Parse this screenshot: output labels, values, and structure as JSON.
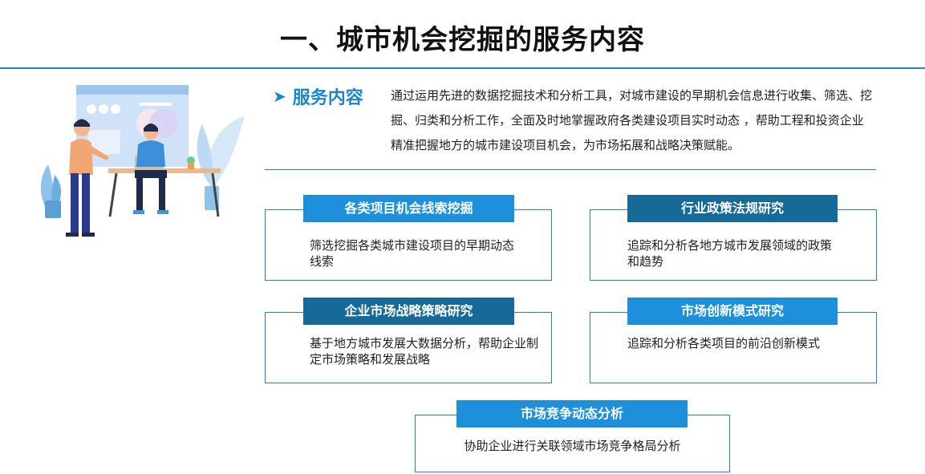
{
  "page": {
    "title": "一、城市机会挖掘的服务内容"
  },
  "service": {
    "heading": "服务内容",
    "arrow_icon": "chevron-right-arrow",
    "description": "通过运用先进的数据挖掘技术和分析工具，对城市建设的早期机会信息进行收集、筛选、挖掘、归类和分析工作，全面及时地掌握政府各类建设项目实时动态 ，帮助工程和投资企业精准把握地方的城市建设项目机会，为市场拓展和战略决策赋能。"
  },
  "cards": [
    {
      "title": "各类项目机会线索挖掘",
      "text": "筛选挖掘各类城市建设项目的早期动态线索"
    },
    {
      "title": "行业政策法规研究",
      "text": "追踪和分析各地方城市发展领域的政策和趋势"
    },
    {
      "title": "企业市场战略策略研究",
      "text": "基于地方城市发展大数据分析，帮助企业制定市场策略和发展战略"
    },
    {
      "title": "市场创新模式研究",
      "text": "追踪和分析各类项目的前沿创新模式"
    },
    {
      "title": "市场竞争动态分析",
      "text": "协助企业进行关联领域市场竞争格局分析"
    }
  ],
  "colors": {
    "accent": "#1f86c9",
    "title_light": "#1d8fdb",
    "title_dark": "#166a98"
  }
}
